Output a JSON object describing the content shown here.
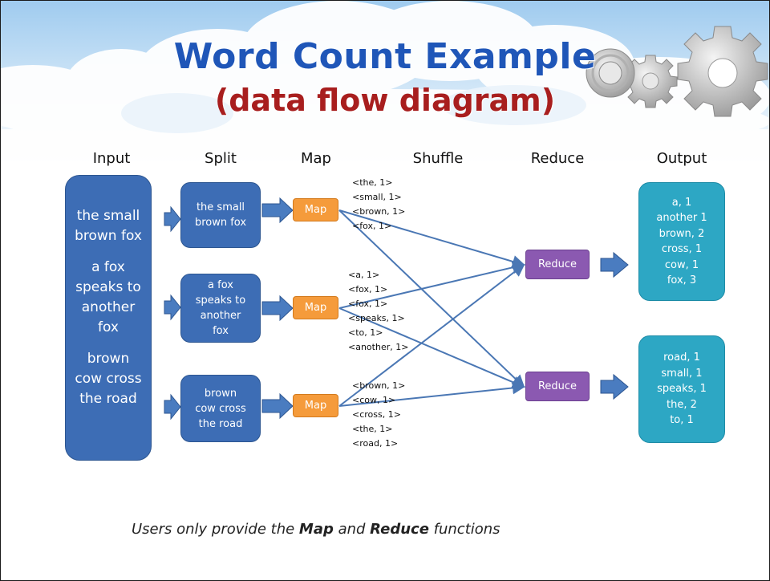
{
  "title": "Word Count Example",
  "subtitle": "(data flow diagram)",
  "columns": [
    "Input",
    "Split",
    "Map",
    "Shuffle",
    "Reduce",
    "Output"
  ],
  "input": [
    "the small\nbrown fox",
    "a fox\nspeaks to\nanother\nfox",
    "brown\ncow cross\nthe road"
  ],
  "splits": [
    "the small\nbrown fox",
    "a fox\nspeaks to\nanother\nfox",
    "brown\ncow cross\nthe road"
  ],
  "map_label": "Map",
  "shuffle_groups": [
    "<the, 1>\n<small, 1>\n<brown, 1>\n<fox, 1>",
    "<a, 1>\n<fox, 1>\n<fox, 1>\n<speaks, 1>\n<to, 1>\n<another, 1>",
    "<brown, 1>\n<cow, 1>\n<cross, 1>\n<the, 1>\n<road, 1>"
  ],
  "reduce_label": "Reduce",
  "outputs": [
    "a, 1\nanother 1\nbrown, 2\ncross, 1\ncow, 1\nfox, 3",
    "road, 1\nsmall, 1\nspeaks, 1\nthe, 2\nto, 1"
  ],
  "footer": {
    "prefix": "Users only provide the ",
    "map": "Map",
    "middle": " and ",
    "reduce": "Reduce",
    "suffix": " functions"
  },
  "colors": {
    "title": "#1f56b8",
    "subtitle": "#a81e1e",
    "input_split": "#3d6db5",
    "map": "#f59b3b",
    "reduce": "#8b59b1",
    "output": "#2da7c4",
    "arrow": "#4a77b4"
  },
  "icons": [
    "cloud-background",
    "gear-icon"
  ]
}
